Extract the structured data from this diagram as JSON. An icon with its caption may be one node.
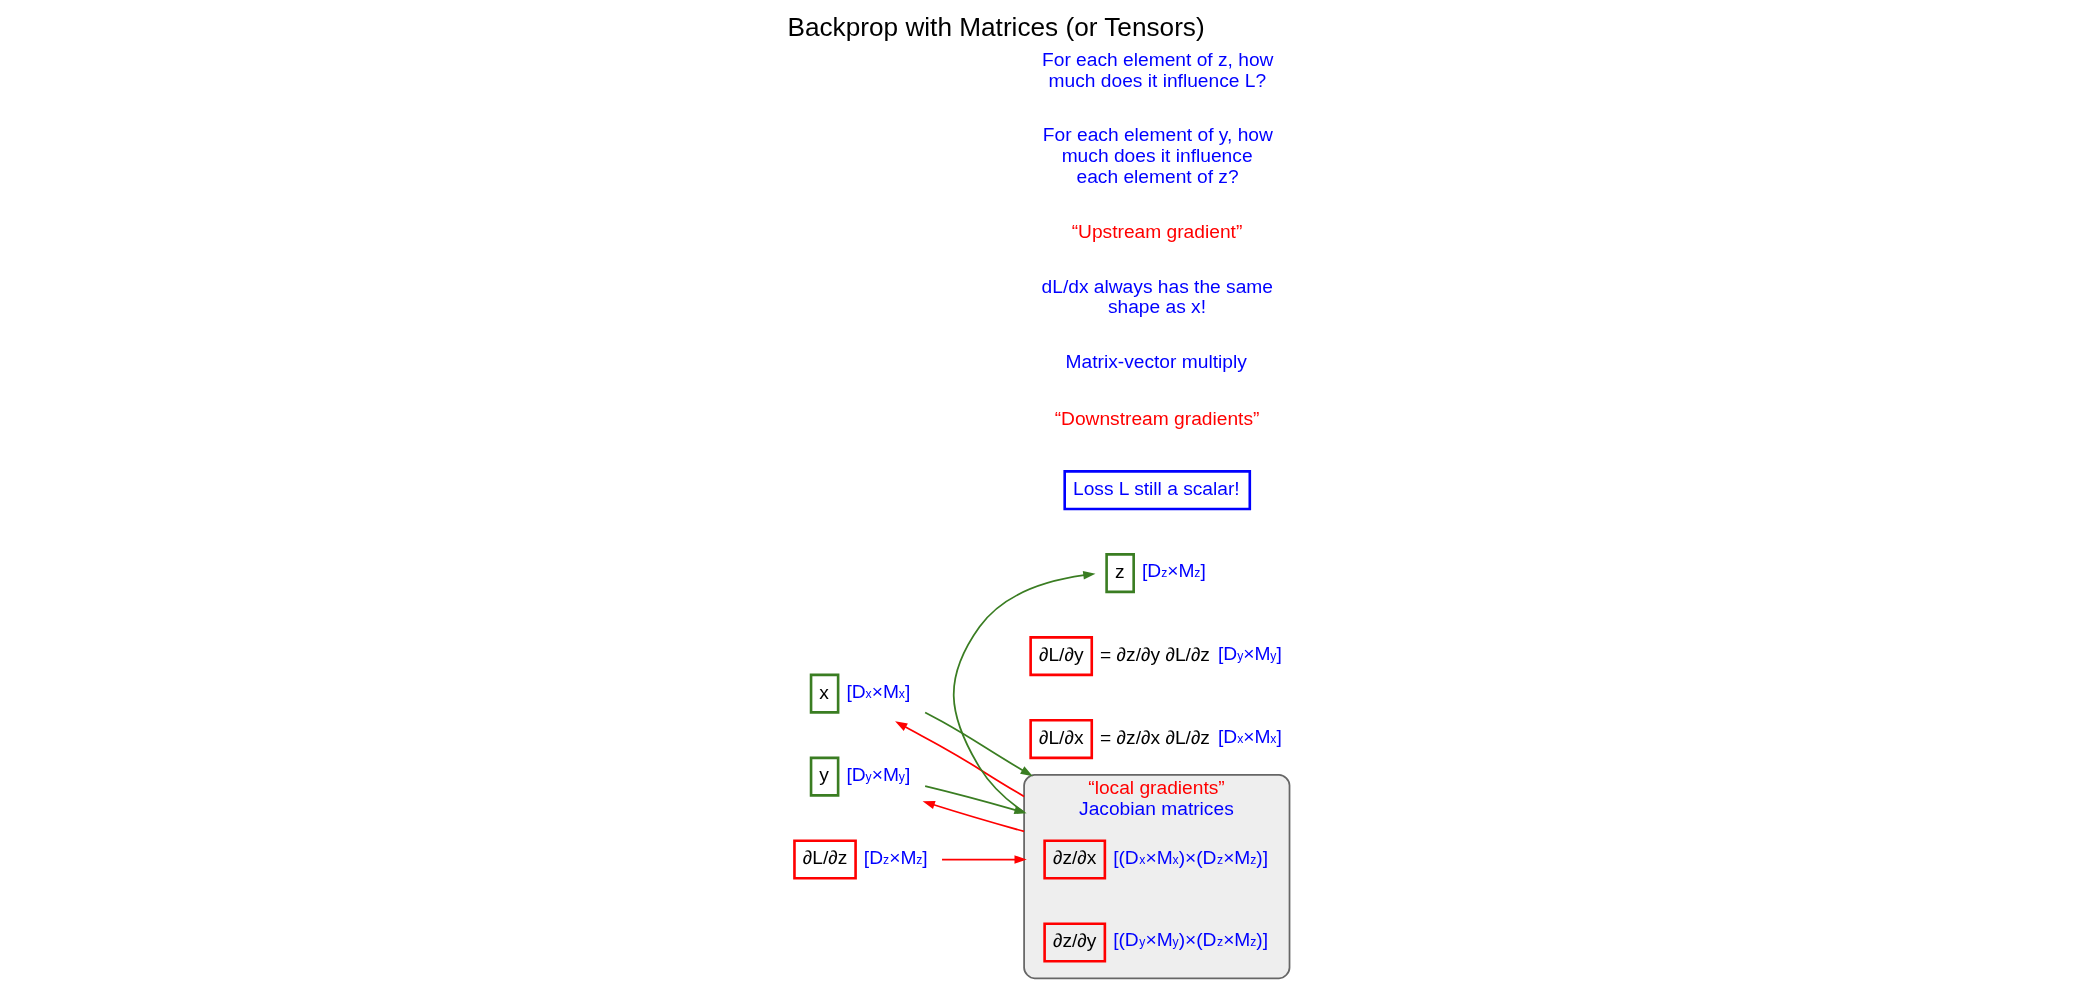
{
  "diagram": {
    "title": "Backprop with Matrices (or Tensors)",
    "nodes": [
      {
        "text": [
          "x"
        ],
        "beside": [
          "[D$_{x}$×M$_{x}$]"
        ]
      },
      {
        "text": [
          "∂L/∂x"
        ],
        "beside": [
          "= ∂z/∂x ∂L/∂z",
          "[D$_{x}$×M$_{x}$]"
        ]
      },
      {
        "text": [
          "y"
        ],
        "beside": [
          "[D$_{y}$×M$_{y}$]"
        ]
      },
      {
        "text": [
          "∂L/∂y"
        ],
        "beside": [
          "= ∂z/∂y ∂L/∂z",
          "[D$_{y}$×M$_{y}$]"
        ]
      },
      {
        "text": [
          "“local gradients”",
          "Jacobian matrices"
        ]
      },
      {
        "text": [
          "∂z/∂x"
        ],
        "in": 4,
        "beside": [
          "[(D$_{x}$×M$_{x}$)×(D$_{z}$×M$_{z}$)]"
        ]
      },
      {
        "text": [
          "∂z/∂y"
        ],
        "in": 4,
        "beside": [
          "[(D$_{y}$×M$_{y}$)×(D$_{z}$×M$_{z}$)]"
        ]
      },
      {
        "text": [
          "z"
        ],
        "beside": [
          "[D$_{z}$×M$_{z}$]"
        ]
      },
      {
        "text": [
          "∂L/∂z"
        ],
        "beside": [
          "[D$_{z}$×M$_{z}$]"
        ]
      },
      {
        "text": [
          "Loss L still a scalar!"
        ]
      }
    ],
    "edges": [
      {
        "from": 0,
        "to": 4,
        "arrow": "to",
        "color": "#3a7d22"
      },
      {
        "from": 4,
        "to": 0,
        "arrow": "to",
        "color": "#ff0000"
      },
      {
        "from": 2,
        "to": 4,
        "arrow": "to",
        "color": "#3a7d22"
      },
      {
        "from": 4,
        "to": 2,
        "arrow": "to",
        "color": "#ff0000"
      },
      {
        "from": 4,
        "to": 7,
        "arrow": "to",
        "color": "#3a7d22"
      },
      {
        "from": 8,
        "to": 4,
        "arrow": "to",
        "color": "#ff0000"
      }
    ],
    "labels": [
      "“Downstream gradients”",
      "Matrix-vector multiply",
      "dL/dx always has the same shape as x!",
      "“Upstream gradient”",
      "For each element of y, how much does it influence each element of z?",
      "For each element of z, how much does it influence L?"
    ]
  }
}
